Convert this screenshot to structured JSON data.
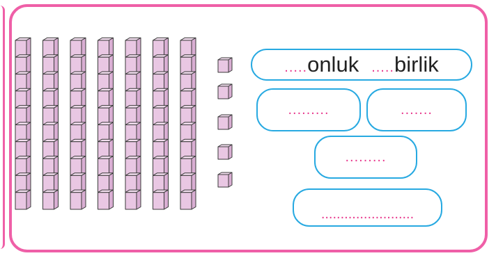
{
  "tens_block": {
    "columns": 7,
    "cubes_per_column": 10
  },
  "ones_block": {
    "cubes": 5
  },
  "colors": {
    "frame_border": "#ef5fa7",
    "pill_border": "#27a9e1",
    "cube_face": "#e9c7e3",
    "cube_top": "#f4dff0",
    "cube_side": "#d9aed3",
    "dots": "#e8398d"
  },
  "answer_boxes": {
    "tens_dots": ".....",
    "tens_word": "onluk",
    "ones_dots": ".....",
    "ones_word": "birlik",
    "box_left": ".........",
    "box_right": ".......",
    "box_mid": ".........",
    "box_bottom": "........................"
  }
}
